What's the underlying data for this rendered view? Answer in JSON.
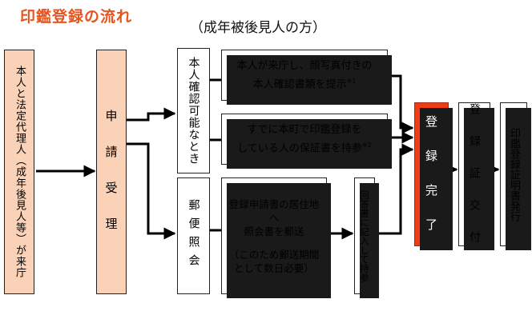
{
  "title": "印鑑登録の流れ",
  "subtitle": "（成年被後見人の方）",
  "boxes": {
    "applicant": "本人と法定代理人（成年後見人等）が来庁",
    "reception": "申 請 受 理",
    "identity_branch": "本人確認可能なとき",
    "id_documents": "本人が来庁し、顔写真付きの\n本人確認書類を提示",
    "id_documents_note": "※1",
    "guarantee": "すでに本町で印鑑登録を\nしている人の保証書を持参",
    "guarantee_note": "※2",
    "mail_branch": "郵便照会",
    "mail_inquiry": "登録申請書の居住地\nへ\n照会書を郵送",
    "mail_note": "（このため郵送期間\nとして数日必要）",
    "reply": "回答書に記入して持参",
    "complete": "登 録 完 了",
    "issue_card": "登 録 証 交 付",
    "certificate": "印鑑登録証明書発行"
  },
  "colors": {
    "title": "#e8541e",
    "peach": "#fad2b8",
    "complete": "#ee3c14"
  }
}
